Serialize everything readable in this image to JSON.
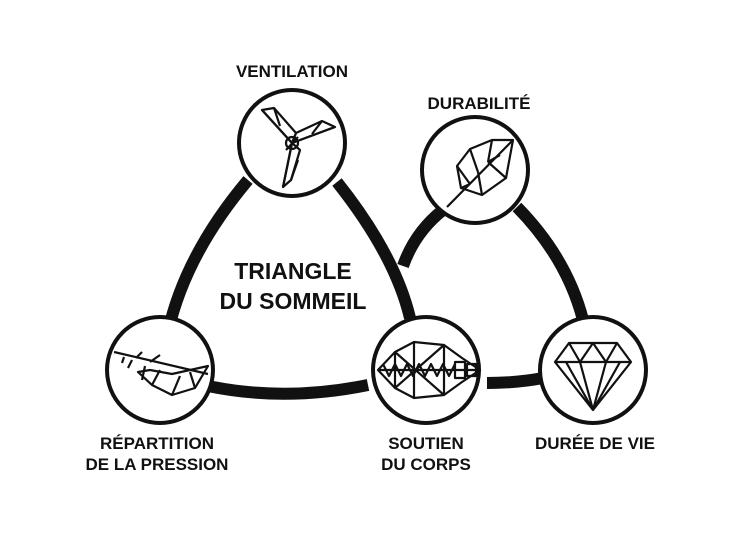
{
  "colors": {
    "ink": "#111111",
    "background": "#ffffff"
  },
  "center_title": {
    "line1": "TRIANGLE",
    "line2": "DU SOMMEIL"
  },
  "nodes": {
    "ventilation": {
      "label": "VENTILATION",
      "icon": "propeller-icon"
    },
    "durabilite": {
      "label": "DURABILITÉ",
      "icon": "leaf-icon"
    },
    "repartition": {
      "line1": "RÉPARTITION",
      "line2": "DE LA PRESSION",
      "icon": "feather-icon"
    },
    "soutien": {
      "line1": "SOUTIEN",
      "line2": "DU CORPS",
      "icon": "spine-icon"
    },
    "duree": {
      "label": "DURÉE DE VIE",
      "icon": "diamond-icon"
    }
  }
}
